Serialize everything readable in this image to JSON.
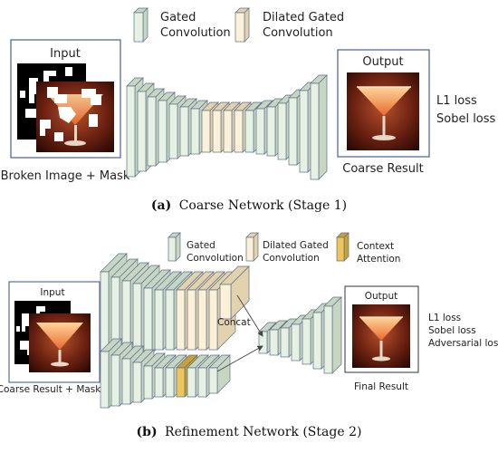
{
  "legend_top": {
    "gated": "Gated\nConvolution",
    "dilated": "Dilated Gated\nConvolution"
  },
  "stage1": {
    "input_title": "Input",
    "input_caption": "Broken Image + Mask",
    "output_title": "Output",
    "output_caption": "Coarse Result",
    "losses": [
      "L1 loss",
      "Sobel loss"
    ],
    "caption_letter": "(a)",
    "caption_text": "Coarse Network (Stage 1)"
  },
  "legend_bottom": {
    "gated": "Gated\nConvolution",
    "dilated": "Dilated Gated\nConvolution",
    "context": "Context\nAttention"
  },
  "stage2": {
    "input_title": "Input",
    "input_caption": "Coarse Result + Mask",
    "concat_label": "Concat",
    "output_title": "Output",
    "output_caption": "Final Result",
    "losses": [
      "L1 loss",
      "Sobel loss",
      "Adversarial loss"
    ],
    "caption_letter": "(b)",
    "caption_text": "Refinement Network (Stage 2)"
  },
  "colors": {
    "gated_front": "#e6f0e3",
    "gated_side": "#c7d6c3",
    "dilated_front": "#fbf0d8",
    "dilated_side": "#e3d2ae",
    "context_front": "#ecc55b",
    "context_side": "#c9a035",
    "stroke": "#5c7088",
    "frame": "#4a5f95"
  }
}
